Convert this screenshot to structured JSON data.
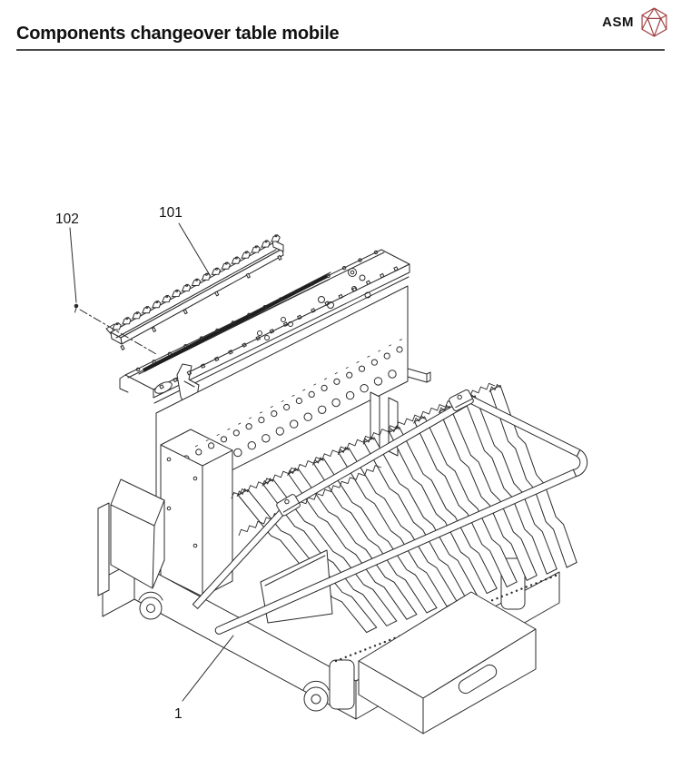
{
  "page": {
    "title": "Components changeover table mobile"
  },
  "logo": {
    "text": "ASM",
    "icon": "asm-hexagon-gem-icon",
    "color": "#9e3a3a"
  },
  "figure": {
    "type": "exploded-parts-line-drawing",
    "subject": "components changeover table mobile",
    "callouts": [
      {
        "label": "102"
      },
      {
        "label": "101"
      },
      {
        "label": "1"
      }
    ]
  },
  "colors": {
    "background": "#ffffff",
    "line": "#2b2b2b",
    "text": "#111111",
    "logo_red": "#9e3a3a",
    "rule": "#4a4a4a"
  }
}
